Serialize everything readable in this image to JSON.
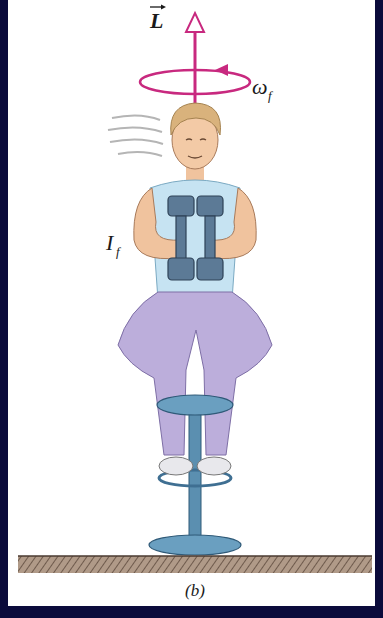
{
  "diagram": {
    "caption": "(b)",
    "labels": [
      "L",
      "ω",
      "f",
      "I",
      "f"
    ]
  }
}
